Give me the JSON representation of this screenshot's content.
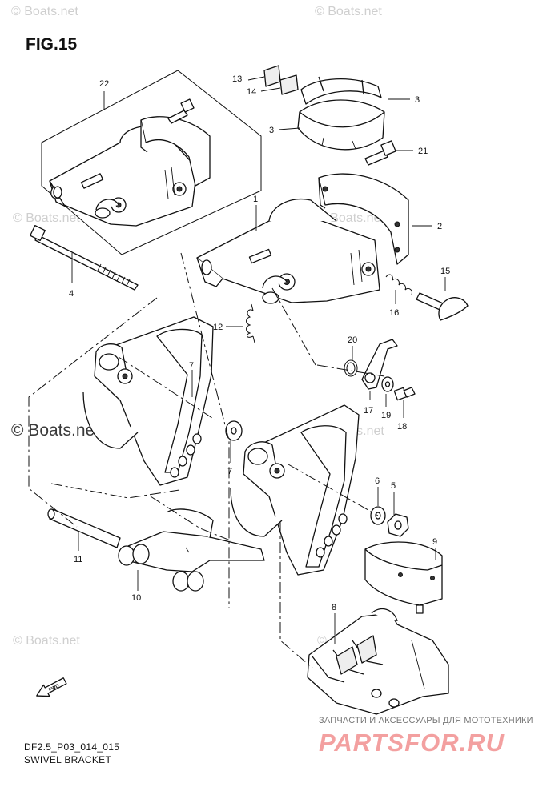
{
  "figure": {
    "title": "FIG.15"
  },
  "footer": {
    "code": "DF2.5_P03_014_015",
    "name": "SWIVEL BRACKET"
  },
  "watermarks": {
    "small": "© Boats.net",
    "large": "© Boats.net"
  },
  "shop": {
    "tagline": "ЗАПЧАСТИ И АКСЕССУАРЫ ДЛЯ МОТОТЕХНИКИ",
    "brand": "PARTSFOR.RU"
  },
  "fwd_icon": {
    "label": "FWD",
    "icon": "fwd-arrow-icon"
  },
  "callouts": {
    "n1": "1",
    "n2": "2",
    "n3a": "3",
    "n3b": "3",
    "n4": "4",
    "n5": "5",
    "n6": "6",
    "n7a": "7",
    "n7b": "7",
    "n8": "8",
    "n9": "9",
    "n10": "10",
    "n11": "11",
    "n12": "12",
    "n13": "13",
    "n14": "14",
    "n15": "15",
    "n16": "16",
    "n17": "17",
    "n18": "18",
    "n19": "19",
    "n20": "20",
    "n21": "21",
    "n22": "22"
  }
}
